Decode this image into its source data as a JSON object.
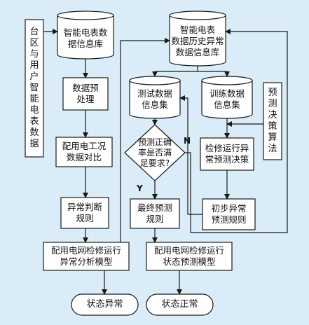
{
  "nodes": {
    "user_data": "台\n区\n与\n用\n户\n智\n能\n电\n表\n数\n据",
    "meter_db": "智能电表数\n据信息库",
    "history_db": "智能电表\n数据历史异常\n数据信息库",
    "preprocess": "数据预\n处理",
    "test_set": "测试数据\n信息集",
    "train_set": "训练数据\n信息集",
    "algo": "预\n测\n决\n策\n算\n法",
    "compare": "配用电工况\n数据对比",
    "accuracy_check": "预测正确\n率是否满\n足要求?",
    "maint_decision": "检修运行异\n常预测决策",
    "abnormal_rule": "异常判断\n规则",
    "final_rule": "最终预测\n规则",
    "initial_rule": "初步异常\n预测规则",
    "anomaly_model": "配用电网检修运行\n异常分析模型",
    "status_model": "配用电网检修运行\n状态预测模型",
    "abnormal_state": "状态异常",
    "normal_state": "状态正常"
  },
  "labels": {
    "no": "N",
    "yes": "Y"
  },
  "colors": {
    "fill": "#ffffff",
    "stroke": "#1a1a1a",
    "background": "#d9ecf7"
  }
}
